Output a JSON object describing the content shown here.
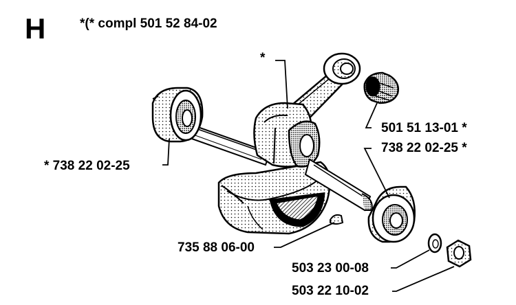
{
  "header": {
    "section_letter": "H",
    "kit_note": "*(* compl 501 52 84-02"
  },
  "callouts": {
    "conrod_star": "*",
    "needle_bearing": "501 51 13-01  *",
    "bearing_right": "738 22 02-25  *",
    "bearing_left": "*  738 22 02-25",
    "key": "735 88 06-00",
    "washer": "503 23 00-08",
    "nut": "503 22 10-02"
  }
}
